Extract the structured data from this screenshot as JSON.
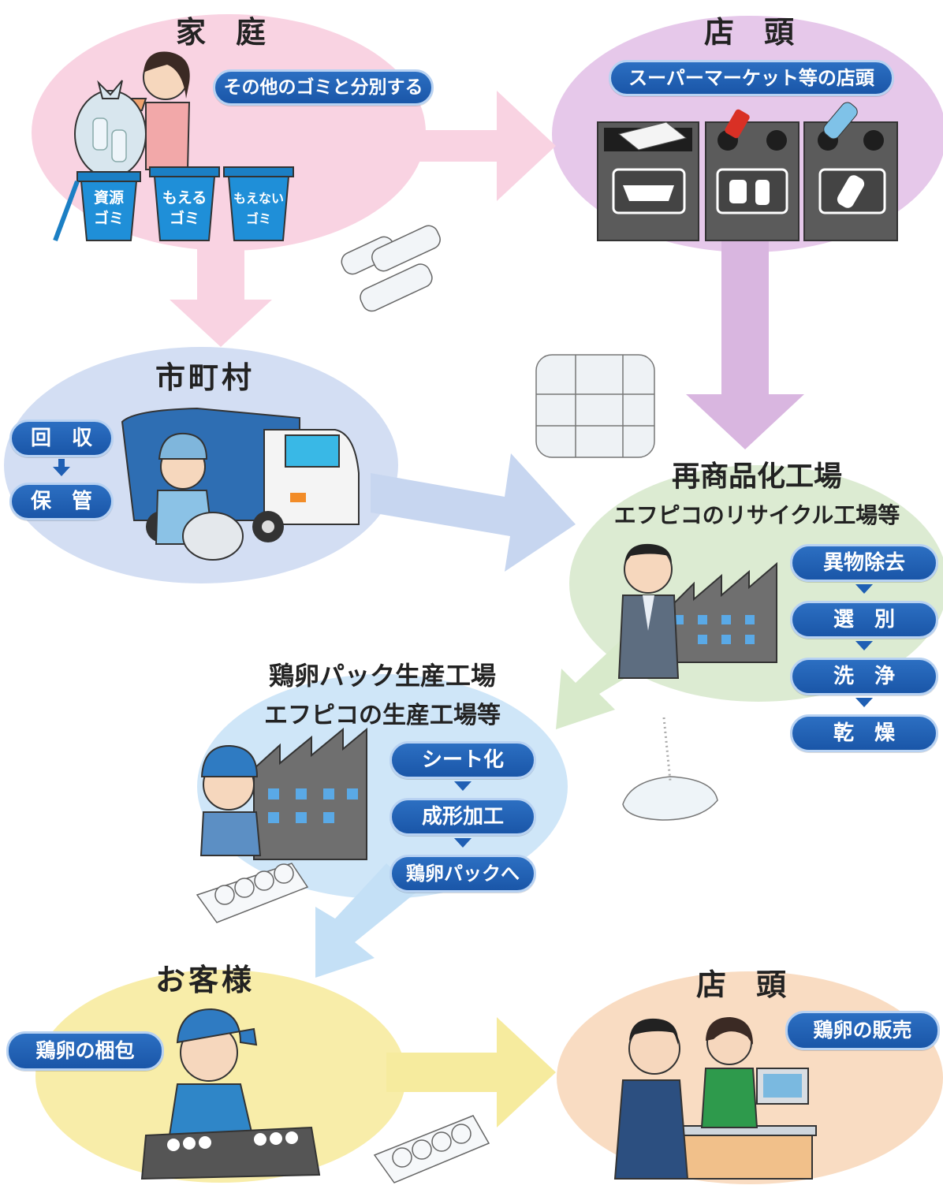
{
  "household": {
    "title": "家　庭",
    "pill": "その他のゴミと分別する",
    "bins": [
      "資源\nゴミ",
      "もえる\nゴミ",
      "もえない\nゴミ"
    ]
  },
  "store_top": {
    "title": "店　頭",
    "pill": "スーパーマーケット等の店頭"
  },
  "municipality": {
    "title": "市町村",
    "steps": [
      "回　収",
      "保　管"
    ]
  },
  "recycling_factory": {
    "title": "再商品化工場",
    "subtitle": "エフピコのリサイクル工場等",
    "steps": [
      "異物除去",
      "選　別",
      "洗　浄",
      "乾　燥"
    ]
  },
  "egg_factory": {
    "title": "鶏卵パック生産工場",
    "subtitle": "エフピコの生産工場等",
    "steps": [
      "シート化",
      "成形加工",
      "鶏卵パックへ"
    ]
  },
  "customer": {
    "title": "お客様",
    "pill": "鶏卵の梱包"
  },
  "store_bottom": {
    "title": "店　頭",
    "pill": "鶏卵の販売"
  },
  "colors": {
    "household": "#f9d3e2",
    "store_top": "#e6c8ea",
    "municipality": "#d3def3",
    "recycling": "#dcebd2",
    "egg_factory": "#cfe6f8",
    "customer": "#f8eda9",
    "store_bottom": "#f9dcc2",
    "pill": "#1f5fb4"
  }
}
